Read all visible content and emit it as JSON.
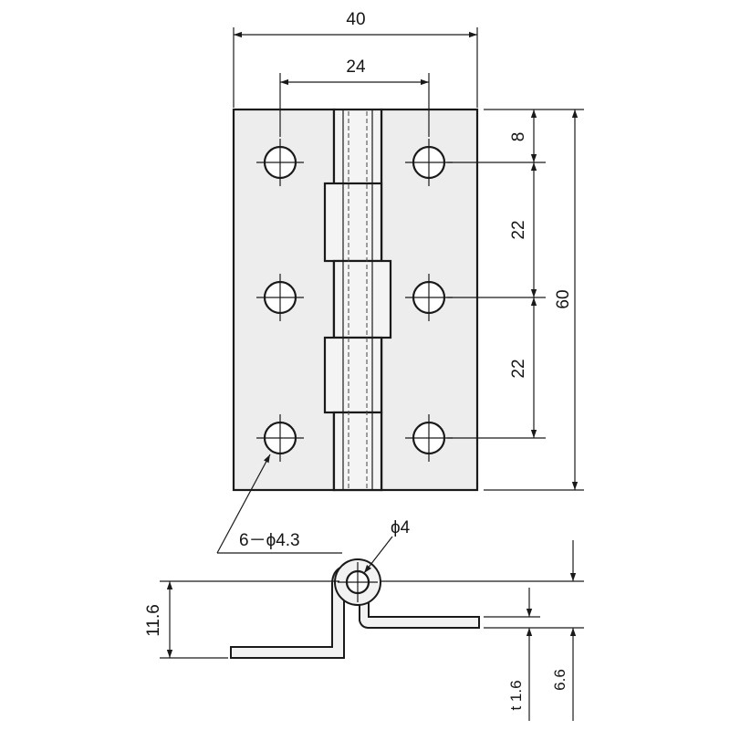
{
  "drawing": {
    "dimensions": {
      "overall_width": "40",
      "hole_spacing_x": "24",
      "top_offset": "8",
      "pitch_upper": "22",
      "pitch_lower": "22",
      "overall_height": "60",
      "holes_callout": "6－ϕ4.3",
      "pin_callout": "ϕ4",
      "open_height": "11.6",
      "thickness": "t 1.6",
      "knuckle_offset": "6.6"
    },
    "colors": {
      "line": "#1a1a1a",
      "leaf_fill": "#ededed",
      "background": "#ffffff"
    }
  }
}
